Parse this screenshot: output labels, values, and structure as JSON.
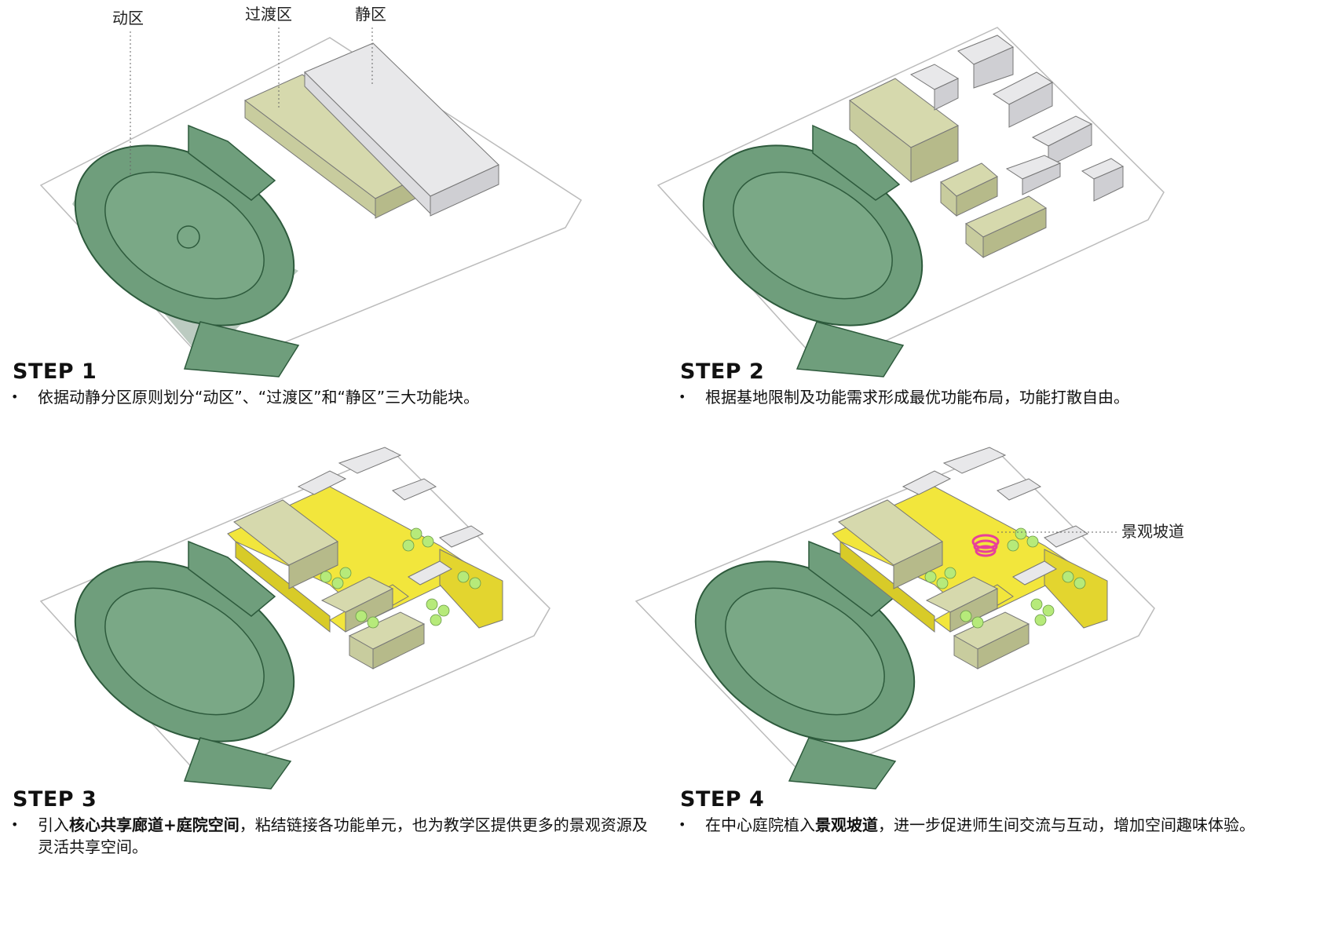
{
  "steps": [
    {
      "title": "STEP 1",
      "bullet": "•",
      "text": [
        {
          "t": "依据动静分区原则划分“动区”、“过渡区”和“静区”三大功能块。",
          "bold": false
        }
      ],
      "labels": [
        "动区",
        "过渡区",
        "静区"
      ]
    },
    {
      "title": "STEP 2",
      "bullet": "•",
      "text": [
        {
          "t": "根据基地限制及功能需求形成最优功能布局，功能打散自由。",
          "bold": false
        }
      ]
    },
    {
      "title": "STEP 3",
      "bullet": "•",
      "text": [
        {
          "t": "引入",
          "bold": false
        },
        {
          "t": "核心共享廊道+庭院空间",
          "bold": true
        },
        {
          "t": "，粘结链接各功能单元，也为教学区提供更多的景观资源及灵活共享空间。",
          "bold": false
        }
      ]
    },
    {
      "title": "STEP 4",
      "bullet": "•",
      "text": [
        {
          "t": "在中心庭院植入",
          "bold": false
        },
        {
          "t": "景观坡道",
          "bold": true
        },
        {
          "t": "，进一步促进师生间交流与互动，增加空间趣味体验。",
          "bold": false
        }
      ],
      "labels": [
        "景观坡道"
      ]
    }
  ],
  "colors": {
    "field_green": "#6f9e7c",
    "field_dark": "#3e6b4c",
    "transition_block": "#c8cc9e",
    "quiet_block": "#dcdcdf",
    "corridor_yellow": "#f2e63c",
    "tree_green": "#b6ea7a",
    "ramp_pink": "#e8409a"
  }
}
